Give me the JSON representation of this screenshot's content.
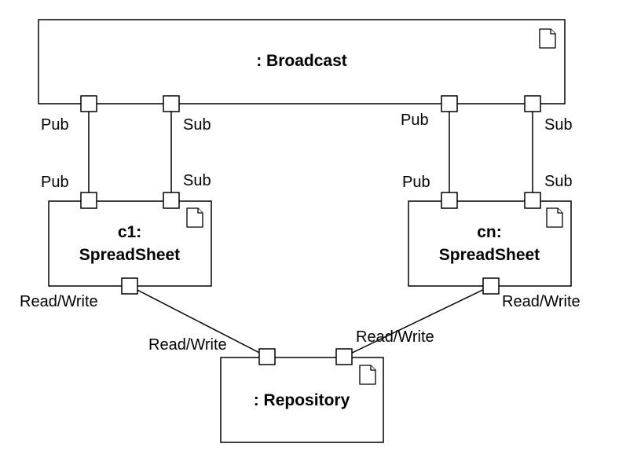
{
  "components": {
    "broadcast": {
      "title": ": Broadcast"
    },
    "c1": {
      "title_line1": "c1:",
      "title_line2": "SpreadSheet"
    },
    "cn": {
      "title_line1": "cn:",
      "title_line2": "SpreadSheet"
    },
    "repository": {
      "title": ": Repository"
    }
  },
  "ports": {
    "broadcast_pub_left": "Pub",
    "broadcast_sub_left": "Sub",
    "broadcast_pub_right": "Pub",
    "broadcast_sub_right": "Sub",
    "c1_pub": "Pub",
    "c1_sub": "Sub",
    "cn_pub": "Pub",
    "cn_sub": "Sub",
    "c1_readwrite": "Read/Write",
    "cn_readwrite": "Read/Write",
    "repository_readwrite_left": "Read/Write",
    "repository_readwrite_right": "Read/Write"
  },
  "icons": {
    "component_icon": "document-icon"
  }
}
